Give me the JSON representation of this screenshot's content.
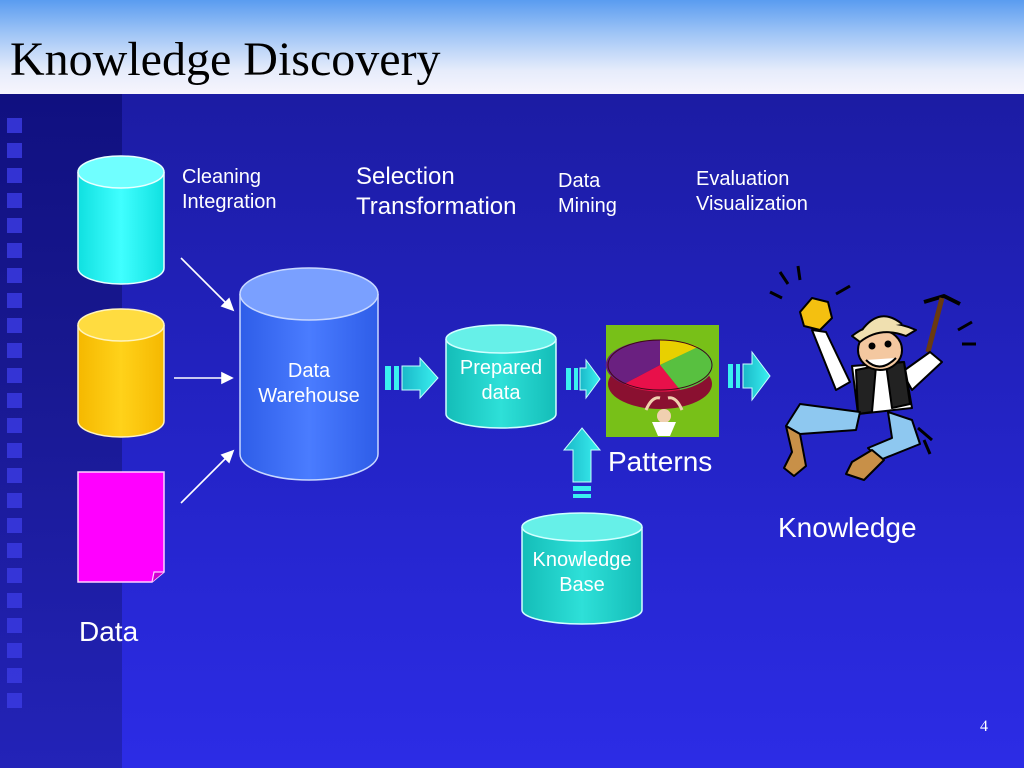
{
  "slide": {
    "title": "Knowledge Discovery",
    "page_number": "4"
  },
  "steps": {
    "step1_line1": "Cleaning",
    "step1_line2": "Integration",
    "step2_line1": "Selection",
    "step2_line2": "Transformation",
    "step3_line1": "Data",
    "step3_line2": "Mining",
    "step4_line1": "Evaluation",
    "step4_line2": "Visualization"
  },
  "nodes": {
    "warehouse_line1": "Data",
    "warehouse_line2": "Warehouse",
    "prepared_line1": "Prepared",
    "prepared_line2": "data",
    "kb_line1": "Knowledge",
    "kb_line2": "Base",
    "data_label": "Data",
    "patterns_label": "Patterns",
    "knowledge_label": "Knowledge"
  },
  "colors": {
    "source_cyan": "#00f6f6",
    "source_yellow": "#ffc800",
    "source_magenta": "#ff00ff",
    "warehouse_blue": "#3c6ef6",
    "prepared_teal": "#20d2c8",
    "arrow_teal": "#20d8dc"
  },
  "icons": {
    "pie": "pie-chart-icon",
    "celebration": "celebrating-miner-icon"
  }
}
